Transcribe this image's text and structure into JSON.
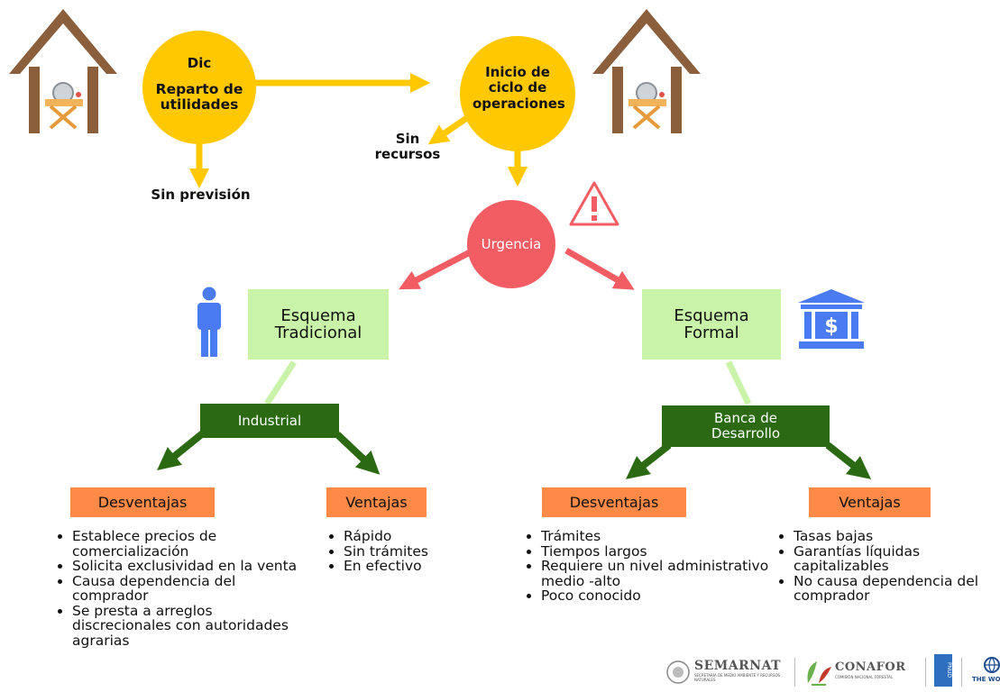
{
  "flow": {
    "dic_label": "Dic",
    "reparto_label": "Reparto de utilidades",
    "inicio_label": "Inicio de ciclo de operaciones",
    "sin_prevision": "Sin previsión",
    "sin_recursos": "Sin recursos",
    "urgencia": "Urgencia"
  },
  "left": {
    "scheme": "Esquema Tradicional",
    "banner": "Industrial",
    "disadvantages_title": "Desventajas",
    "disadvantages": [
      "Establece precios de comercialización",
      "Solicita exclusividad en la venta",
      "Causa dependencia del comprador",
      "Se presta a arreglos discrecionales con autoridades agrarias"
    ],
    "advantages_title": "Ventajas",
    "advantages": [
      "Rápido",
      "Sin trámites",
      "En efectivo"
    ]
  },
  "right": {
    "scheme": "Esquema Formal",
    "banner": "Banca de Desarrollo",
    "disadvantages_title": "Desventajas",
    "disadvantages": [
      "Trámites",
      "Tiempos largos",
      "Requiere un nivel administrativo  medio -alto",
      "Poco conocido"
    ],
    "advantages_title": "Ventajas",
    "advantages": [
      "Tasas bajas",
      "Garantías líquidas capitalizables",
      "No causa dependencia del comprador"
    ]
  },
  "logos": {
    "semarnat": "SEMARNAT",
    "semarnat_sub": "SECRETARÍA DE MEDIO AMBIENTE Y RECURSOS NATURALES",
    "conafor": "CONAFOR",
    "conafor_sub": "COMISIÓN NACIONAL FORESTAL",
    "pnud": "PNUD",
    "worldbank": "THE WO"
  },
  "colors": {
    "yellow": "#ffc800",
    "urgency": "#f25c63",
    "scheme_green": "#c9f3a9",
    "banner_green": "#2b6a13",
    "tag_orange": "#ff8a47",
    "icon_blue": "#4a7bf0",
    "house_brown": "#8b5e3c"
  },
  "icons": {
    "house": "sawmill-house-icon",
    "person": "person-icon",
    "bank": "bank-icon",
    "warning": "warning-icon"
  }
}
